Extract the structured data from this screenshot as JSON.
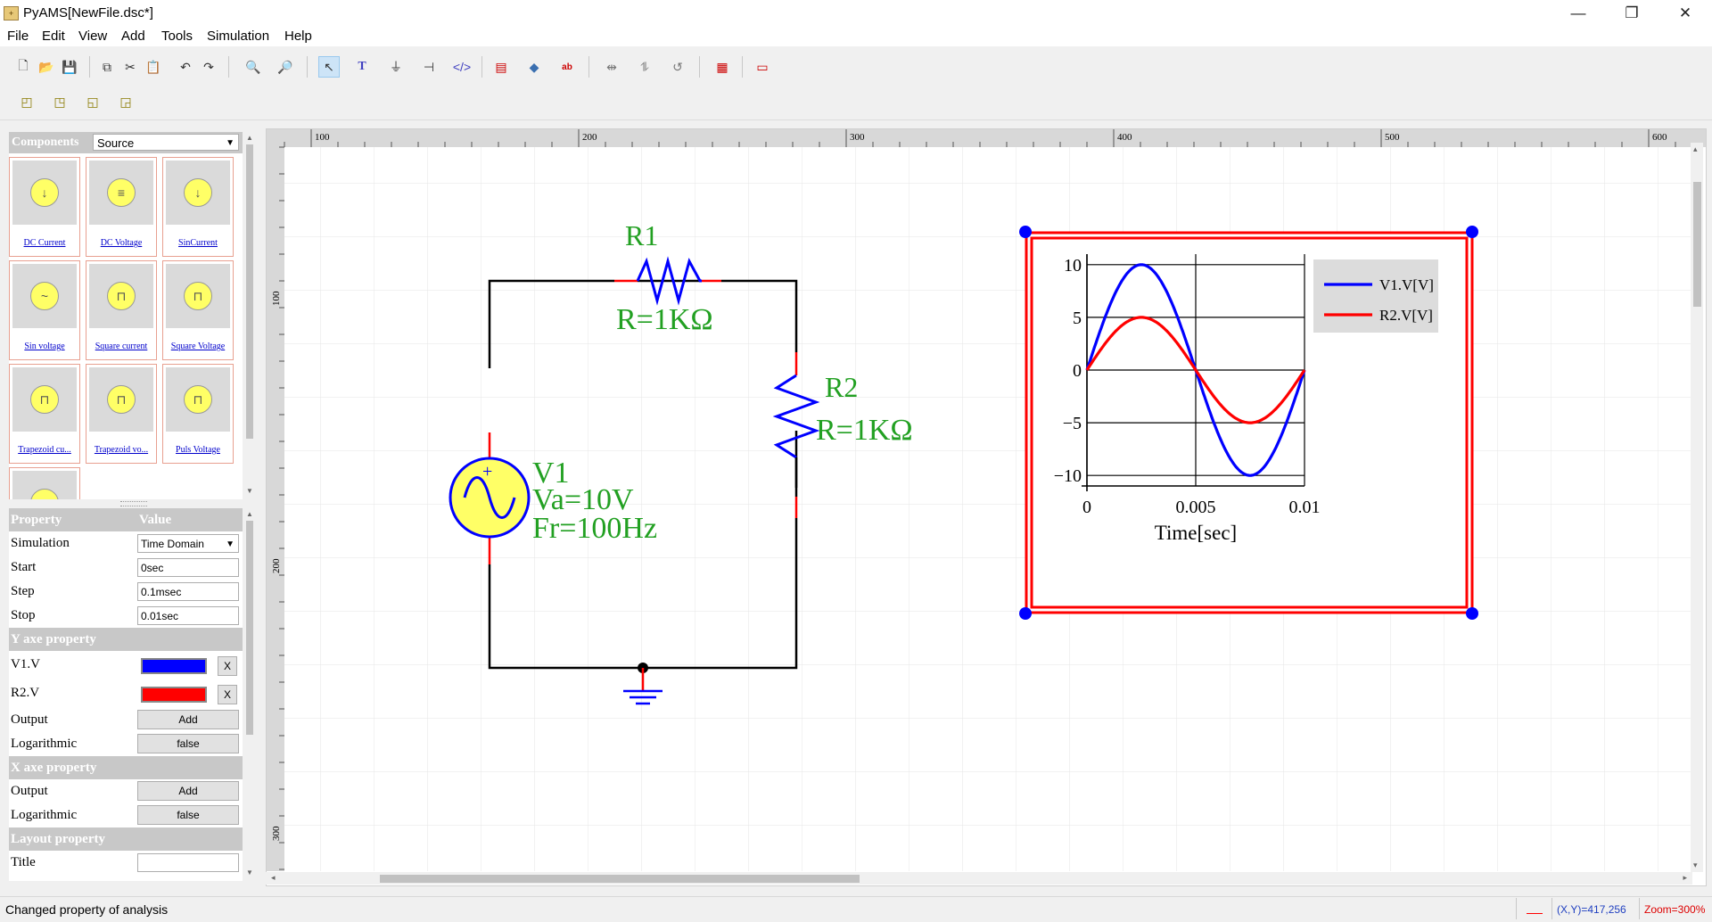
{
  "window": {
    "title": "PyAMS[NewFile.dsc*]",
    "min": "—",
    "max": "❐",
    "close": "✕"
  },
  "menu": [
    "File",
    "Edit",
    "View",
    "Add",
    "Tools",
    "Simulation",
    "Help"
  ],
  "toolbar1": [
    "new-file-icon",
    "open-folder-icon",
    "save-icon",
    "copy-icon",
    "cut-icon",
    "paste-icon",
    "undo-icon",
    "redo-icon",
    "zoom-in-icon",
    "zoom-out-icon",
    "select-pointer-icon",
    "text-tool-icon",
    "ground-tool-icon",
    "probe-tool-icon",
    "code-tool-icon",
    "analysis-icon",
    "python-icon",
    "abc-icon",
    "flip-horizontal-icon",
    "flip-vertical-icon",
    "rotate-icon",
    "plot-icon",
    "close-plot-icon"
  ],
  "toolbar2": [
    "bring-front-icon",
    "send-back-icon",
    "bring-forward-icon",
    "send-backward-icon"
  ],
  "components": {
    "header": "Components",
    "category": "Source",
    "items": [
      "DC Current",
      "DC Voltage",
      "SinCurrent",
      "Sin voltage",
      "Square current",
      "Square Voltage",
      "Trapezoid cu...",
      "Trapezoid vo...",
      "Puls Voltage"
    ],
    "icons": [
      "↓",
      "≡",
      "↓",
      "~",
      "⊓",
      "⊓",
      "⊓",
      "⊓",
      "⊓"
    ]
  },
  "properties": {
    "col_property": "Property",
    "col_value": "Value",
    "simulation_label": "Simulation",
    "simulation_value": "Time Domain",
    "start_label": "Start",
    "start_value": "0sec",
    "step_label": "Step",
    "step_value": "0.1msec",
    "stop_label": "Stop",
    "stop_value": "0.01sec",
    "y_section": "Y axe property",
    "y_series": [
      {
        "name": "V1.V",
        "color": "#0000ff",
        "remove": "X"
      },
      {
        "name": "R2.V",
        "color": "#ff0000",
        "remove": "X"
      }
    ],
    "y_output_label": "Output",
    "y_output_btn": "Add",
    "y_log_label": "Logarithmic",
    "y_log_value": "false",
    "x_section": "X axe property",
    "x_output_label": "Output",
    "x_output_btn": "Add",
    "x_log_label": "Logarithmic",
    "x_log_value": "false",
    "layout_section": "Layout property",
    "title_label": "Title",
    "title_value": ""
  },
  "ruler": {
    "top": [
      "100",
      "200",
      "300",
      "400",
      "500",
      "600"
    ],
    "left": [
      "100",
      "200",
      "300"
    ]
  },
  "circuit": {
    "r1_name": "R1",
    "r1_value": "R=1KΩ",
    "r2_name": "R2",
    "r2_value": "R=1KΩ",
    "v1_name": "V1",
    "v1_amp": "Va=10V",
    "v1_freq": "Fr=100Hz",
    "wire_color": "#000000",
    "label_color": "#22a022",
    "pin_color": "#ff0000",
    "source_color": "#0000ff"
  },
  "chart_data": {
    "type": "line",
    "xlabel": "Time[sec]",
    "ylabel": "",
    "xlim": [
      0,
      0.01
    ],
    "ylim": [
      -11,
      11
    ],
    "xticks": [
      "0",
      "0.005",
      "0.01"
    ],
    "yticks": [
      "10",
      "5",
      "0",
      "−5",
      "−10"
    ],
    "grid": true,
    "legend": "top-right",
    "series": [
      {
        "name": "V1.V[V]",
        "color": "#0000ff",
        "amplitude": 10,
        "freq": 100
      },
      {
        "name": "R2.V[V]",
        "color": "#ff0000",
        "amplitude": 5,
        "freq": 100
      }
    ]
  },
  "status": {
    "message": "Changed property of analysis",
    "coords": "(X,Y)=417,256",
    "zoom": "Zoom=300%"
  }
}
